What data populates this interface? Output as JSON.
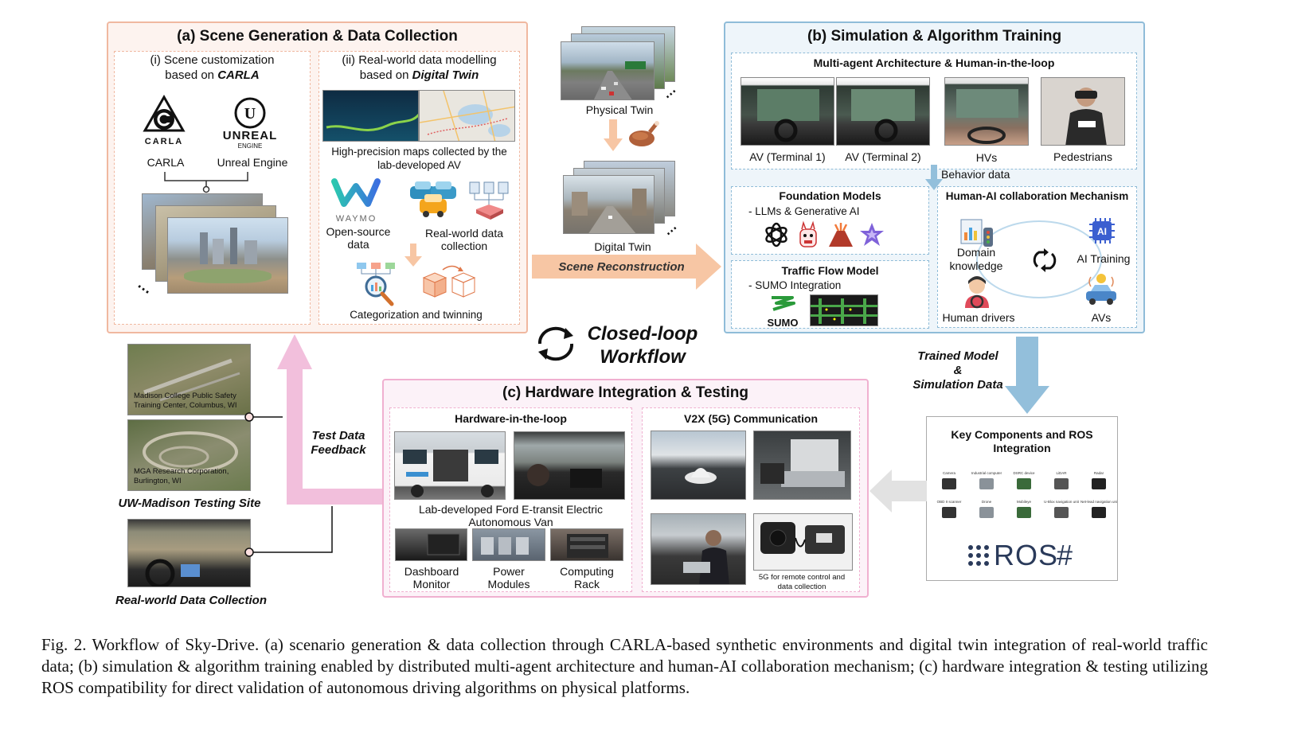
{
  "panel_a": {
    "title": "(a) Scene Generation & Data Collection",
    "sub_i": "(i) Scene customization",
    "sub_i_2a": "based on ",
    "sub_i_2b": "CARLA",
    "carla_logo_text": "CARLA",
    "unreal_logo_text": "UNREAL",
    "unreal_logo_sub": "ENGINE",
    "carla_label": "CARLA",
    "unreal_label": "Unreal Engine",
    "dots": "⋯",
    "sub_ii": "(ii) Real-world data modelling",
    "sub_ii_2a": "based on ",
    "sub_ii_2b": "Digital Twin",
    "maps_caption_1": "High-precision maps collected by the",
    "maps_caption_2": "lab-developed AV",
    "waymo_text": "WAYMO",
    "opensource_1": "Open-source",
    "opensource_2": "data",
    "realworld_1": "Real-world data",
    "realworld_2": "collection",
    "categorization": "Categorization and twinning"
  },
  "middle": {
    "physical_twin": "Physical Twin",
    "digital_twin": "Digital Twin",
    "scene_reconstruction": "Scene Reconstruction",
    "closed_loop_1": "Closed-loop",
    "closed_loop_2": "Workflow"
  },
  "panel_b": {
    "title": "(b) Simulation & Algorithm Training",
    "multi_agent": "Multi-agent Architecture & Human-in-the-loop",
    "av1": "AV (Terminal 1)",
    "av2": "AV (Terminal 2)",
    "hvs": "HVs",
    "pedestrians": "Pedestrians",
    "behavior_data": "Behavior data",
    "foundation_title": "Foundation Models",
    "foundation_item": "-   LLMs & Generative AI",
    "traffic_title": "Traffic Flow Model",
    "traffic_item": "-   SUMO Integration",
    "sumo_text": "SUMO",
    "human_ai_title": "Human-AI collaboration Mechanism",
    "domain_1": "Domain",
    "domain_2": "knowledge",
    "ai_training": "AI Training",
    "ai_chip": "AI",
    "human_drivers": "Human drivers",
    "avs": "AVs"
  },
  "trained": {
    "l1": "Trained Model",
    "l2": "&",
    "l3": "Simulation Data"
  },
  "ros": {
    "title_1": "Key Components and ROS",
    "title_2": "Integration",
    "logo": "ROS",
    "hash": "#",
    "small_labels": [
      "Camera",
      "Industrial computer",
      "DSRC device",
      "LiDAR",
      "Radar",
      "OBD II scanner",
      "Drone",
      "Mobileye",
      "U-Blox navigation unit",
      "Net-lead navigation unit"
    ]
  },
  "panel_c": {
    "title": "(c) Hardware Integration & Testing",
    "hil": "Hardware-in-the-loop",
    "van_1": "Lab-developed Ford E-transit Electric",
    "van_2": "Autonomous Van",
    "dash_1": "Dashboard",
    "dash_2": "Monitor",
    "power_1": "Power",
    "power_2": "Modules",
    "comp_1": "Computing",
    "comp_2": "Rack",
    "v2x": "V2X (5G) Communication",
    "fiveg_1": "5G for remote control and",
    "fiveg_2": "data collection"
  },
  "left": {
    "madison_1": "Madison College Public Safety",
    "madison_2": "Training Center, Columbus, WI",
    "mga_1": "MGA Research Corporation,",
    "mga_2": "Burlington, WI",
    "uw": "UW-Madison Testing Site",
    "realworld": "Real-world Data Collection",
    "feedback_1": "Test Data",
    "feedback_2": "Feedback"
  },
  "caption": "Fig. 2.  Workflow of Sky-Drive. (a) scenario generation & data collection through CARLA-based synthetic environments and digital twin integration of real-world traffic data; (b) simulation & algorithm training enabled by distributed multi-agent architecture and human-AI collaboration mechanism; (c) hardware integration & testing utilizing ROS compatibility for direct validation of autonomous driving algorithms on physical platforms.",
  "colors": {
    "panel_a_border": "#f0b8a0",
    "panel_a_bg": "#fdf3ef",
    "panel_b_border": "#8fbcd8",
    "panel_b_bg": "#eef5fa",
    "panel_c_border": "#f0b0d0",
    "panel_c_bg": "#fcf2f8",
    "orange_arrow": "#f7c6a4",
    "blue_arrow": "#93bfdb",
    "pink_arrow": "#f2bfdc",
    "grey_arrow": "#e2e2e2"
  }
}
